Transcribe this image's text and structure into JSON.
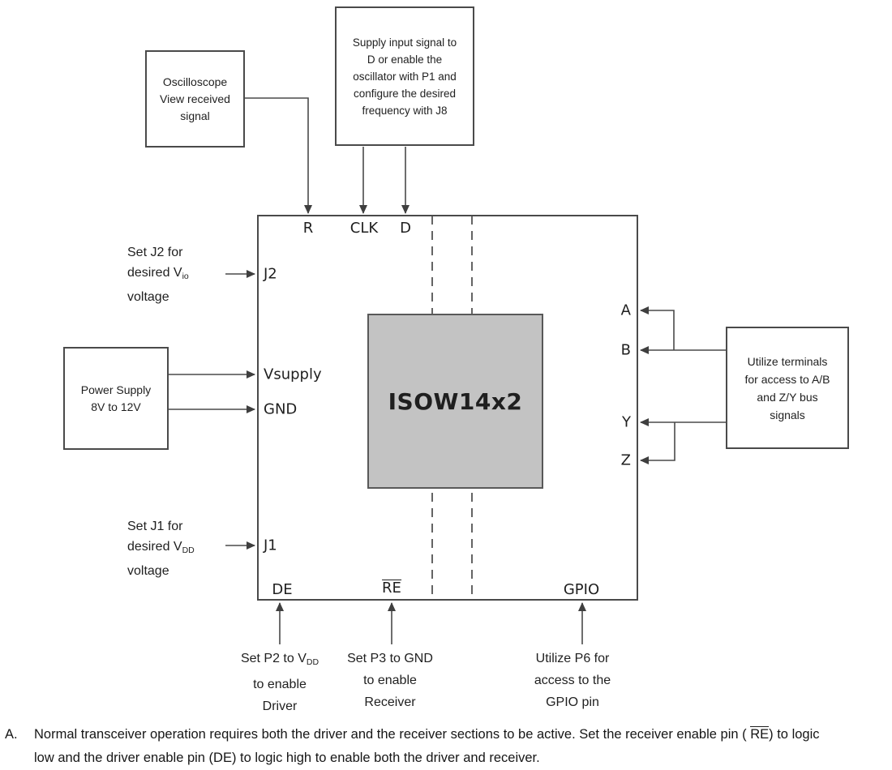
{
  "boxes": {
    "oscilloscope": "Oscilloscope\nView received\nsignal",
    "supply_input": "Supply input signal to\nD or enable the\noscillator with P1 and\nconfigure the desired\nfrequency with J8",
    "power_supply": "Power Supply\n8V to 12V",
    "utilize_terminals": "Utilize terminals\nfor access to A/B\nand Z/Y bus\nsignals",
    "chip": "ISOW14x2"
  },
  "pins": {
    "r": "R",
    "clk": "CLK",
    "d": "D",
    "j2": "J2",
    "vsupply": "Vsupply",
    "gnd": "GND",
    "j1": "J1",
    "de": "DE",
    "re": "RE",
    "gpio": "GPIO",
    "a": "A",
    "b": "B",
    "y": "Y",
    "z": "Z"
  },
  "annotations": {
    "set_j2": {
      "l1": "Set J2 for",
      "l2_pre": "desired V",
      "l2_sub": "io",
      "l3": "voltage"
    },
    "set_j1": {
      "l1": "Set J1 for",
      "l2_pre": "desired V",
      "l2_sub": "DD",
      "l3": "voltage"
    },
    "p2": {
      "l1_pre": "Set P2 to V",
      "l1_sub": "DD",
      "l2": "to enable",
      "l3": "Driver"
    },
    "p3": {
      "l1": "Set P3 to GND",
      "l2": "to enable",
      "l3": "Receiver"
    },
    "p6": {
      "l1": "Utilize P6 for",
      "l2": "access to the",
      "l3": "GPIO pin"
    }
  },
  "footnote": {
    "label": "A.",
    "line1_pre": "Normal transceiver operation requires both the driver and the receiver sections to be active. Set the receiver enable pin ( ",
    "re": "RE",
    "line1_post": ") to logic",
    "line2": "low and the driver enable pin (DE) to logic high to enable both the driver and receiver."
  },
  "colors": {
    "line": "#4a4a4a",
    "text": "#1f1f1f",
    "chip_fill": "#c3c3c3"
  }
}
